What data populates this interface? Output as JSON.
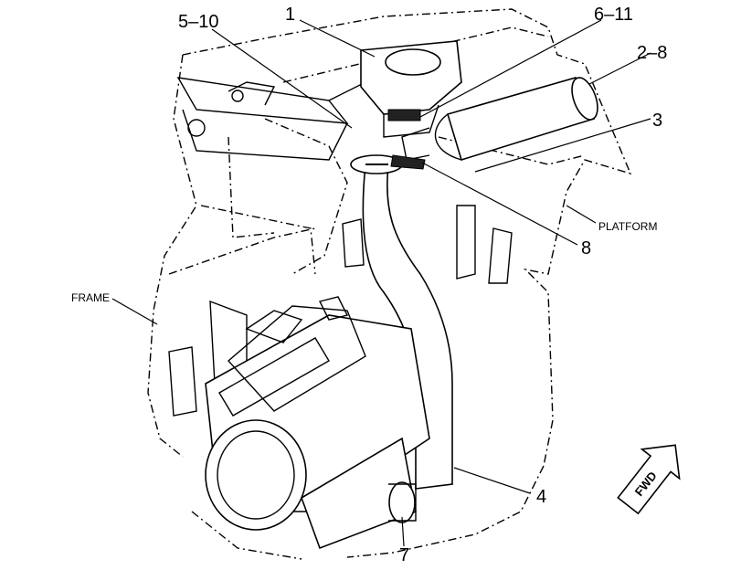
{
  "callouts": {
    "c1": "1",
    "c5_10": "5–10",
    "c6_11": "6–11",
    "c2_8": "2–8",
    "c3": "3",
    "c8": "8",
    "c4": "4",
    "c7": "7"
  },
  "labels": {
    "frame": "FRAME",
    "platform": "PLATFORM",
    "fwd": "FWD"
  }
}
